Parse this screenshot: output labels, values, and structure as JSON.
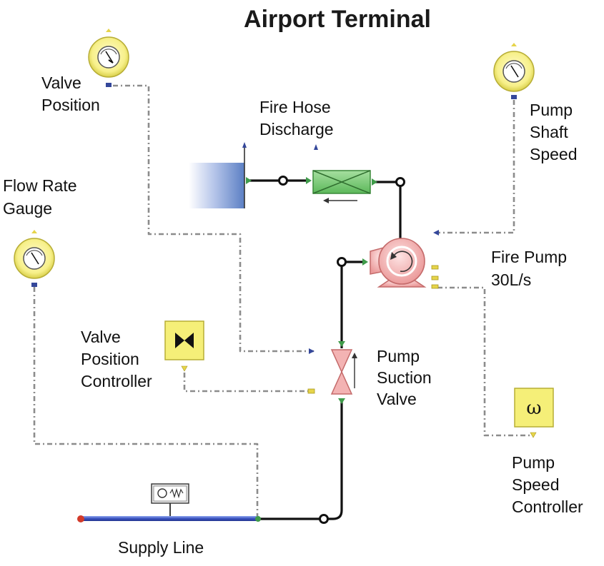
{
  "title": "Airport Terminal",
  "labels": {
    "valve_position": [
      "Valve",
      "Position"
    ],
    "fire_hose_discharge": [
      "Fire Hose",
      "Discharge"
    ],
    "pump_shaft_speed": [
      "Pump",
      "Shaft",
      "Speed"
    ],
    "flow_rate_gauge": [
      "Flow Rate",
      "Gauge"
    ],
    "fire_pump": [
      "Fire Pump",
      "30L/s"
    ],
    "valve_position_controller": [
      "Valve",
      "Position",
      "Controller"
    ],
    "pump_suction_valve": [
      "Pump",
      "Suction",
      "Valve"
    ],
    "pump_speed_controller": [
      "Pump",
      "Speed",
      "Controller"
    ],
    "supply_line": "Supply Line"
  },
  "symbols": {
    "speed_controller_glyph": "ω"
  },
  "icons": [
    "gauge-icon",
    "reservoir-icon",
    "heat-exchanger-icon",
    "pump-icon",
    "valve-icon",
    "controller-icon",
    "flow-meter-icon"
  ],
  "colors": {
    "gauge_fill": "#f7f08a",
    "controller_fill": "#f5ef78",
    "pump_fill": "#f4b8b8",
    "valve_fill": "#f3b3b3",
    "exchanger_fill": "#7cc97a",
    "reservoir_fill": "#5b7fc4",
    "pipe": "#111111",
    "signal_line": "#8c8c8c",
    "supply_line": "#4a63c8",
    "port_marker": "#3f9b4a"
  }
}
